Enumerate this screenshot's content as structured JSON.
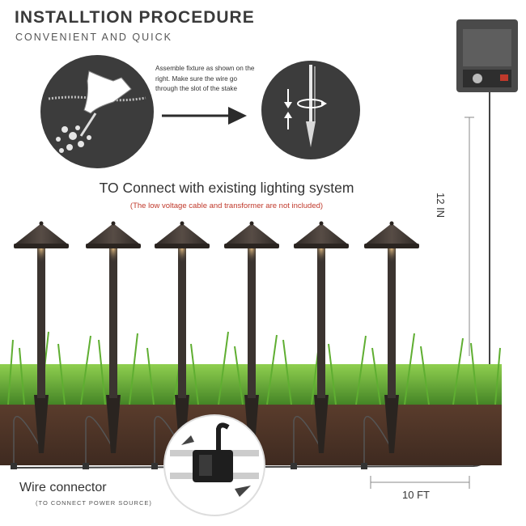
{
  "header": {
    "title": "INSTALLTION PROCEDURE",
    "subtitle": "CONVENIENT AND QUICK"
  },
  "step": {
    "text": "Assemble fixture as shown on the right. Make sure the wire go through the slot of the stake"
  },
  "connect": {
    "title": "TO Connect with existing lighting system",
    "note": "(The low voltage cable and transformer are not included)"
  },
  "wire_connector": {
    "title": "Wire connector",
    "subtitle": "(TO CONNECT POWER SOURCE)"
  },
  "dimensions": {
    "height": "12 IN",
    "spacing": "10 FT"
  },
  "colors": {
    "fixture": "#3b3430",
    "grass": "#4f9a2a",
    "soil": "#4a3226",
    "circle": "#3c3c3c",
    "arrow": "#2b2b2b"
  },
  "icons": [
    "hand-digging-icon",
    "stake-assembly-icon",
    "transformer-icon",
    "wire-connector-icon",
    "arrow-right-icon"
  ]
}
